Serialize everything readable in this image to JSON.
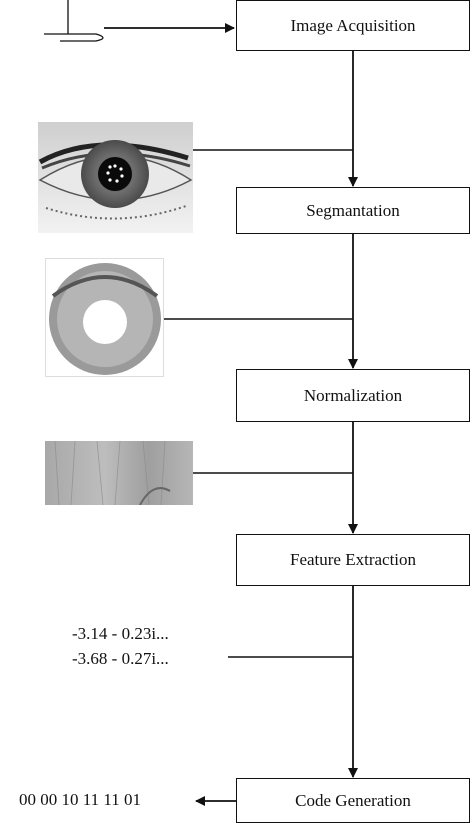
{
  "steps": [
    {
      "id": "acquisition",
      "label": "Image Acquisition"
    },
    {
      "id": "segmentation",
      "label": "Segmantation"
    },
    {
      "id": "normalization",
      "label": "Normalization"
    },
    {
      "id": "feature_extraction",
      "label": "Feature Extraction"
    },
    {
      "id": "code_generation",
      "label": "Code Generation"
    }
  ],
  "features": {
    "line1": "-3.14 - 0.23i...",
    "line2": "-3.68 - 0.27i..."
  },
  "code_output": "00 00 10 11 11 01",
  "images": [
    {
      "name": "eye-image",
      "content": "grayscale eye photograph with illuminated pupil"
    },
    {
      "name": "segmented-iris-image",
      "content": "iris ring with pupil removed"
    },
    {
      "name": "normalized-iris-strip",
      "content": "unwrapped rectangular iris texture"
    }
  ]
}
